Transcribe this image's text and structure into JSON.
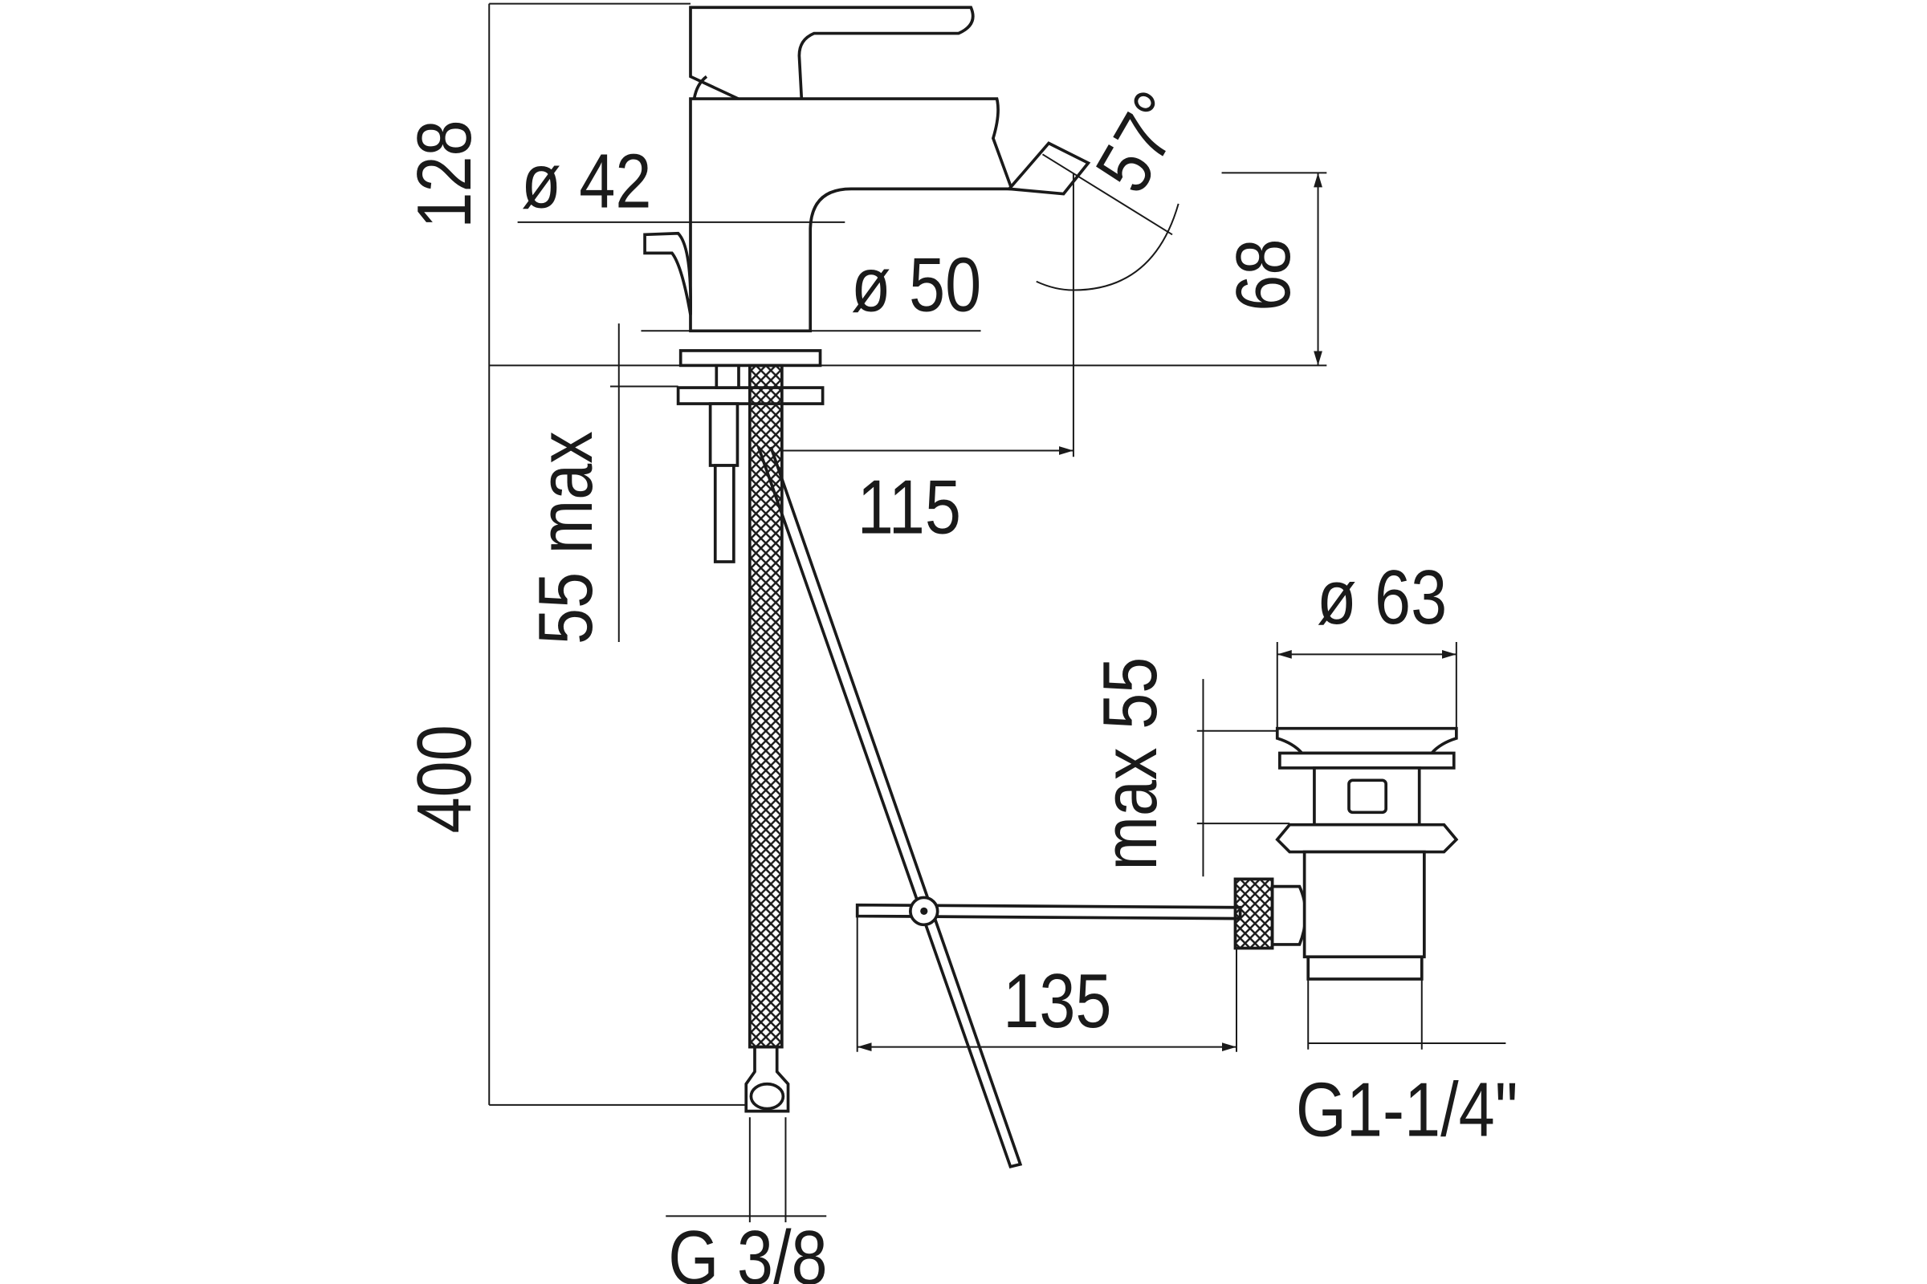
{
  "drawing": {
    "title": "Bidet mixer technical drawing",
    "dimensions": {
      "total_height": "128",
      "body_diameter": "ø 42",
      "base_diameter": "ø 50",
      "spout_angle": "57°",
      "spout_height": "68",
      "deck_thickness": "55 max",
      "spout_reach": "115",
      "hose_length": "400",
      "drain_diameter": "ø 63",
      "drain_max": "max 55",
      "rod_length": "135",
      "drain_thread": "G1-1/4\"",
      "hose_thread": "G 3/8"
    },
    "line_color": "#1a1a1a",
    "background": "#ffffff"
  }
}
